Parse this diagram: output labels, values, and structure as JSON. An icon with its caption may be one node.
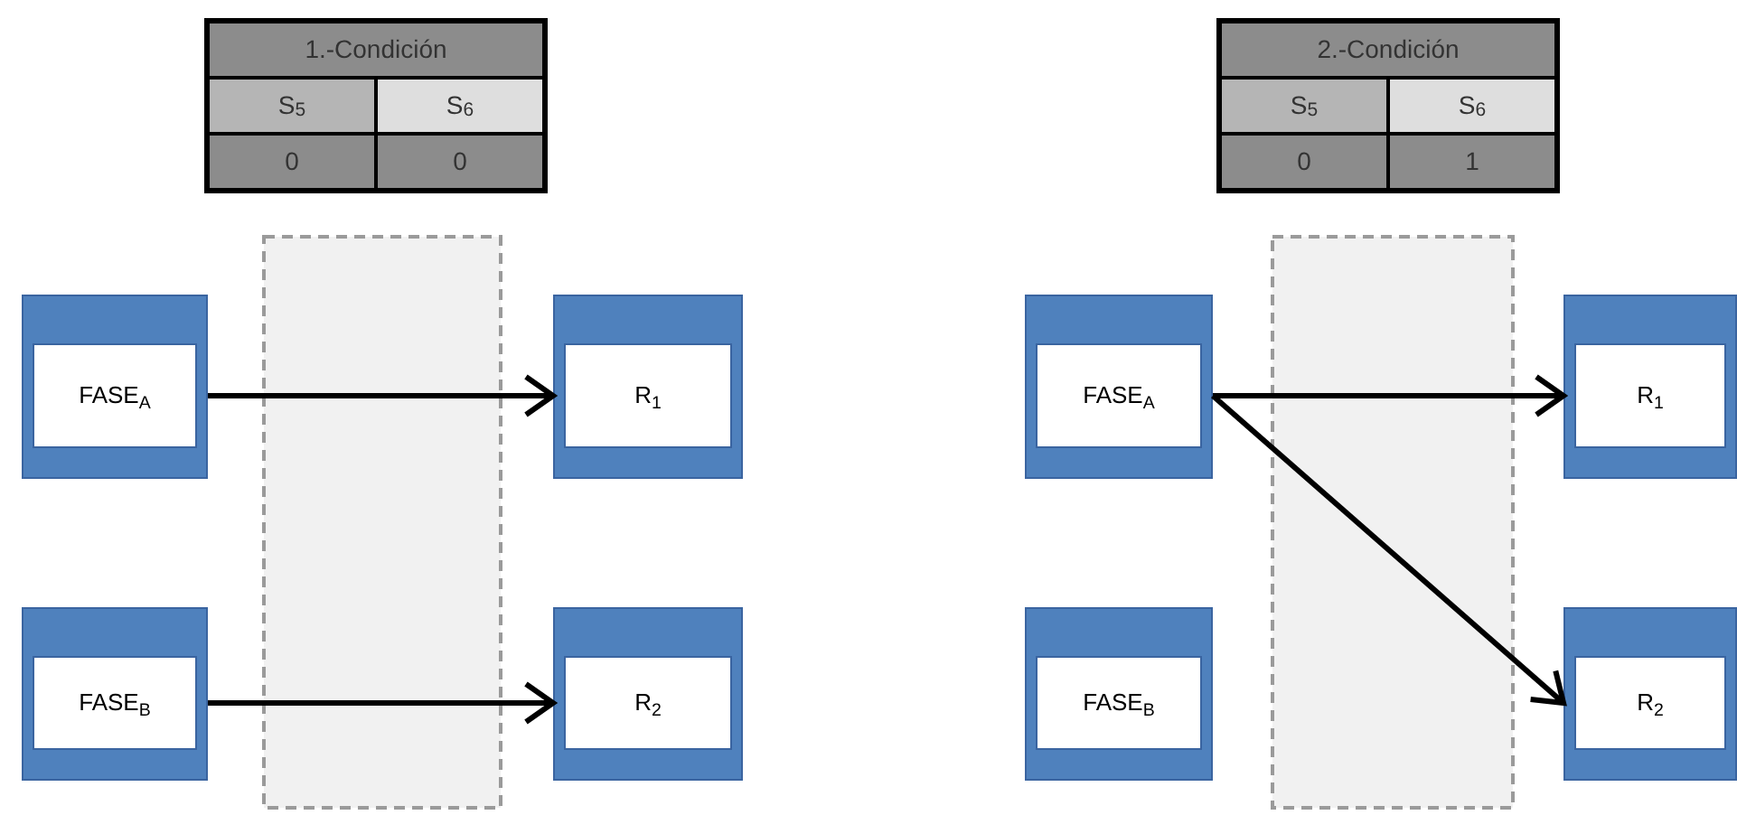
{
  "diagram": {
    "nodes": [
      {
        "text": [
          "FASE$_{A}$"
        ]
      },
      {
        "text": [
          "R$_{1}$"
        ]
      },
      {
        "text": [
          "FASE$_{B}$"
        ]
      },
      {
        "text": [
          "R$_{2}$"
        ]
      },
      {
        "text": [
          "FASE$_{A}$"
        ]
      },
      {
        "text": [
          "R$_{1}$"
        ]
      },
      {
        "text": [
          "FASE$_{B}$"
        ]
      },
      {
        "text": [
          "R$_{2}$"
        ]
      }
    ],
    "edges": [
      {
        "from": 0,
        "to": 1,
        "arrow": "to"
      },
      {
        "from": 2,
        "to": 3,
        "arrow": "to"
      },
      {
        "from": 4,
        "to": 5,
        "arrow": "to"
      },
      {
        "from": 4,
        "to": 7,
        "arrow": "to"
      }
    ],
    "labels": [
      "1.-Condición",
      "S$_{5}$",
      "S$_{6}$",
      "0",
      "0",
      "2.-Condición",
      "S$_{5}$",
      "S$_{6}$",
      "0",
      "1"
    ]
  }
}
